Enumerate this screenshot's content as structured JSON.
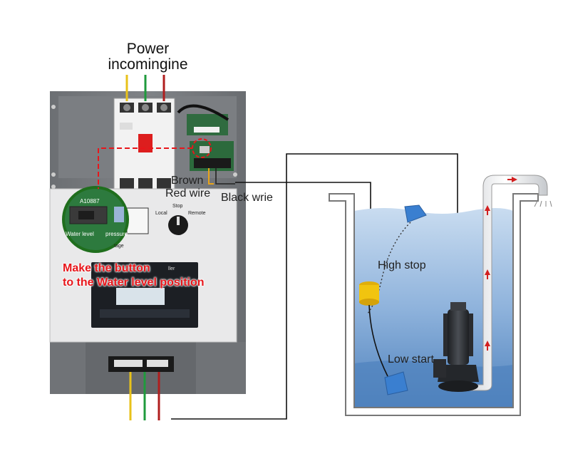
{
  "title": {
    "line1": "Power",
    "line2": "incomingine"
  },
  "wire_labels": {
    "brown": "Brown",
    "red": "Red wire",
    "black": "Black wrie"
  },
  "instruction": {
    "line1": "Make the button",
    "line2": "to the Water level position"
  },
  "tank_labels": {
    "high": "High stop",
    "low": "Low start"
  },
  "panel": {
    "model": "A10887",
    "switch_left": "Water level",
    "switch_right": "pressure",
    "stop": "Stop",
    "local": "Local",
    "remote": "Remote",
    "voltage": "tage",
    "controller": "ller"
  },
  "colors": {
    "wire_yellow": "#e8c21a",
    "wire_green": "#1f9a3c",
    "wire_red": "#b01e1e",
    "instruction_red": "#e8161b",
    "water": "#5d8fc6",
    "float_blue": "#3a7fd0",
    "float_yellow": "#f1c40f"
  },
  "icons": [
    "float-switch-high-icon",
    "float-switch-low-icon",
    "pump-icon",
    "sprinkler-icon",
    "flow-arrow-icon",
    "circuit-breaker-icon",
    "rotary-switch-icon"
  ]
}
